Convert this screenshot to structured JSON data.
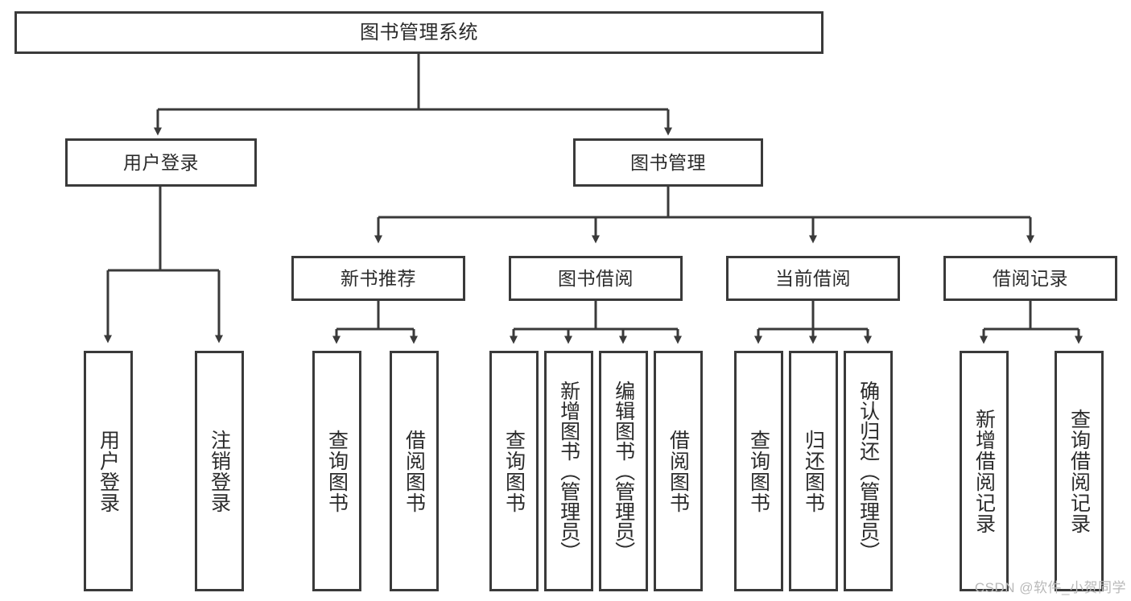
{
  "diagram": {
    "type": "tree-hierarchy",
    "title": "图书管理系统",
    "root": {
      "label": "图书管理系统"
    },
    "level1": [
      {
        "id": "user-login",
        "label": "用户登录"
      },
      {
        "id": "book-management",
        "label": "图书管理"
      }
    ],
    "level2": [
      {
        "id": "new-book-recommend",
        "label": "新书推荐",
        "parent": "book-management"
      },
      {
        "id": "book-borrow",
        "label": "图书借阅",
        "parent": "book-management"
      },
      {
        "id": "current-borrow",
        "label": "当前借阅",
        "parent": "book-management"
      },
      {
        "id": "borrow-record",
        "label": "借阅记录",
        "parent": "book-management"
      }
    ],
    "leaves": [
      {
        "id": "leaf-user-login",
        "label": "用户登录",
        "parent": "user-login"
      },
      {
        "id": "leaf-logout",
        "label": "注销登录",
        "parent": "user-login"
      },
      {
        "id": "leaf-query-book-1",
        "label": "查询图书",
        "parent": "new-book-recommend"
      },
      {
        "id": "leaf-borrow-book-1",
        "label": "借阅图书",
        "parent": "new-book-recommend"
      },
      {
        "id": "leaf-query-book-2",
        "label": "查询图书",
        "parent": "book-borrow"
      },
      {
        "id": "leaf-add-book",
        "label": "新增图书（管理员）",
        "parent": "book-borrow"
      },
      {
        "id": "leaf-edit-book",
        "label": "编辑图书（管理员）",
        "parent": "book-borrow"
      },
      {
        "id": "leaf-borrow-book-2",
        "label": "借阅图书",
        "parent": "book-borrow"
      },
      {
        "id": "leaf-query-book-3",
        "label": "查询图书",
        "parent": "current-borrow"
      },
      {
        "id": "leaf-return-book",
        "label": "归还图书",
        "parent": "current-borrow"
      },
      {
        "id": "leaf-confirm-return",
        "label": "确认归还（管理员）",
        "parent": "current-borrow"
      },
      {
        "id": "leaf-add-record",
        "label": "新增借阅记录",
        "parent": "borrow-record"
      },
      {
        "id": "leaf-query-record",
        "label": "查询借阅记录",
        "parent": "borrow-record"
      }
    ],
    "colors": {
      "stroke": "#3a3a3a",
      "background": "#ffffff",
      "text": "#2b2b2b",
      "watermark": "#b9b9b9"
    }
  },
  "watermark": {
    "text": "CSDN @软件_小贺同学"
  }
}
